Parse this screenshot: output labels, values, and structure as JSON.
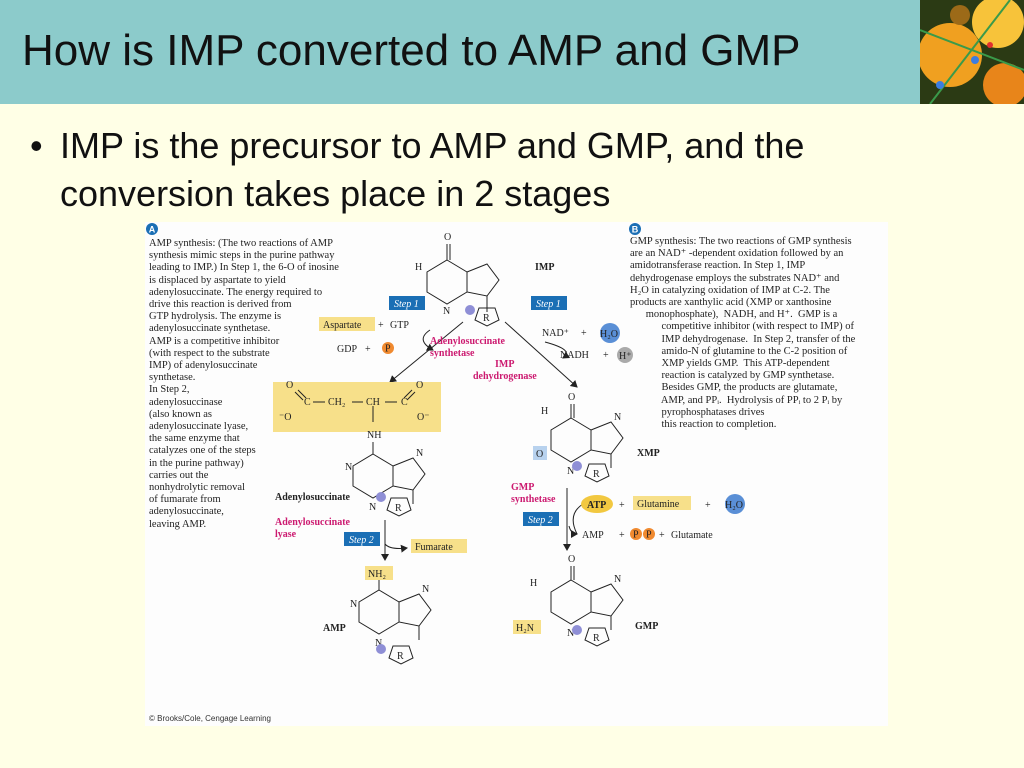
{
  "slide": {
    "title": "How is IMP converted to AMP and GMP",
    "bullet": "IMP is the precursor to AMP and GMP, and the conversion takes place in 2 stages"
  },
  "figure": {
    "badge_a": "A",
    "badge_b": "B",
    "amp_caption": [
      "AMP synthesis:  (The two reactions of AMP",
      "synthesis mimic steps in the purine pathway",
      "leading to IMP.)  In Step 1, the 6-O of inosine",
      "is displaced by aspartate to yield",
      "adenylosuccinate. The energy required to",
      "drive this reaction is derived from",
      "GTP hydrolysis. The enzyme is",
      "adenylosuccinate synthetase.",
      "AMP is a competitive inhibitor",
      "(with respect to the substrate",
      "IMP) of adenylosuccinate",
      "synthetase.",
      "In Step 2,",
      "adenylosuccinase",
      "(also known as",
      "adenylosuccinate lyase,",
      "the same enzyme that",
      "catalyzes one of the steps",
      "in the purine pathway)",
      "carries out the",
      "nonhydrolytic removal",
      "of fumarate from",
      "adenylosuccinate,",
      "leaving AMP."
    ],
    "gmp_caption": [
      "GMP synthesis:  The two reactions of GMP synthesis",
      "are an NAD⁺ -dependent oxidation followed by an",
      "amidotransferase reaction.  In Step 1, IMP",
      "dehydrogenase employs the substrates NAD⁺ and",
      "H₂O in catalyzing oxidation of IMP at C-2.  The",
      "products are xanthylic acid (XMP or xanthosine",
      "      monophosphate),  NADH, and H⁺.  GMP is a",
      "            competitive inhibitor (with respect to IMP) of",
      "            IMP dehydrogenase.  In Step 2, transfer of the",
      "            amido-N of glutamine to the C-2 position of",
      "            XMP yields GMP.  This ATP-dependent",
      "            reaction is catalyzed by GMP synthetase.",
      "            Besides GMP, the products are glutamate,",
      "            AMP, and PPᵢ.  Hydrolysis of PPᵢ to 2 Pᵢ by",
      "            pyrophosphatases drives",
      "            this reaction to completion."
    ],
    "imp_label": "IMP",
    "xmp_label": "XMP",
    "gmp_label": "GMP",
    "amp_label": "AMP",
    "adenylosuccinate_label": "Adenylosuccinate",
    "step1": "Step 1",
    "step2": "Step 2",
    "aspartate": "Aspartate",
    "plus": "+",
    "gtp": "GTP",
    "gdp": "GDP",
    "p": "P",
    "enzyme_adenylosuccinate_synthetase": [
      "Adenylosuccinate",
      "synthetase"
    ],
    "enzyme_imp_dehydrogenase": [
      "IMP",
      "dehydrogenase"
    ],
    "enzyme_adenylosuccinate_lyase": [
      "Adenylosuccinate",
      "lyase"
    ],
    "enzyme_gmp_synthetase": [
      "GMP",
      "synthetase"
    ],
    "nad": "NAD⁺",
    "h2o": "H₂O",
    "nadh": "NADH",
    "hplus": "H⁺",
    "fumarate": "Fumarate",
    "atp": "ATP",
    "glutamine": "Glutamine",
    "amp_product": "AMP",
    "glutamate": "Glutamate",
    "nh2": "NH₂",
    "h2n": "H₂N",
    "nh": "NH",
    "ch2": "CH₂",
    "ch": "CH",
    "c": "C",
    "o": "O",
    "ominus": "⁻O",
    "ominus_r": "O⁻",
    "h": "H",
    "n": "N",
    "r": "R",
    "copyright": "© Brooks/Cole, Cengage Learning"
  },
  "colors": {
    "title_bar": "#8ccbcb",
    "background": "#ffffe6",
    "step_box": "#1b6fb5",
    "highlight": "#f7e08a",
    "enzyme_text": "#cc1a70"
  }
}
